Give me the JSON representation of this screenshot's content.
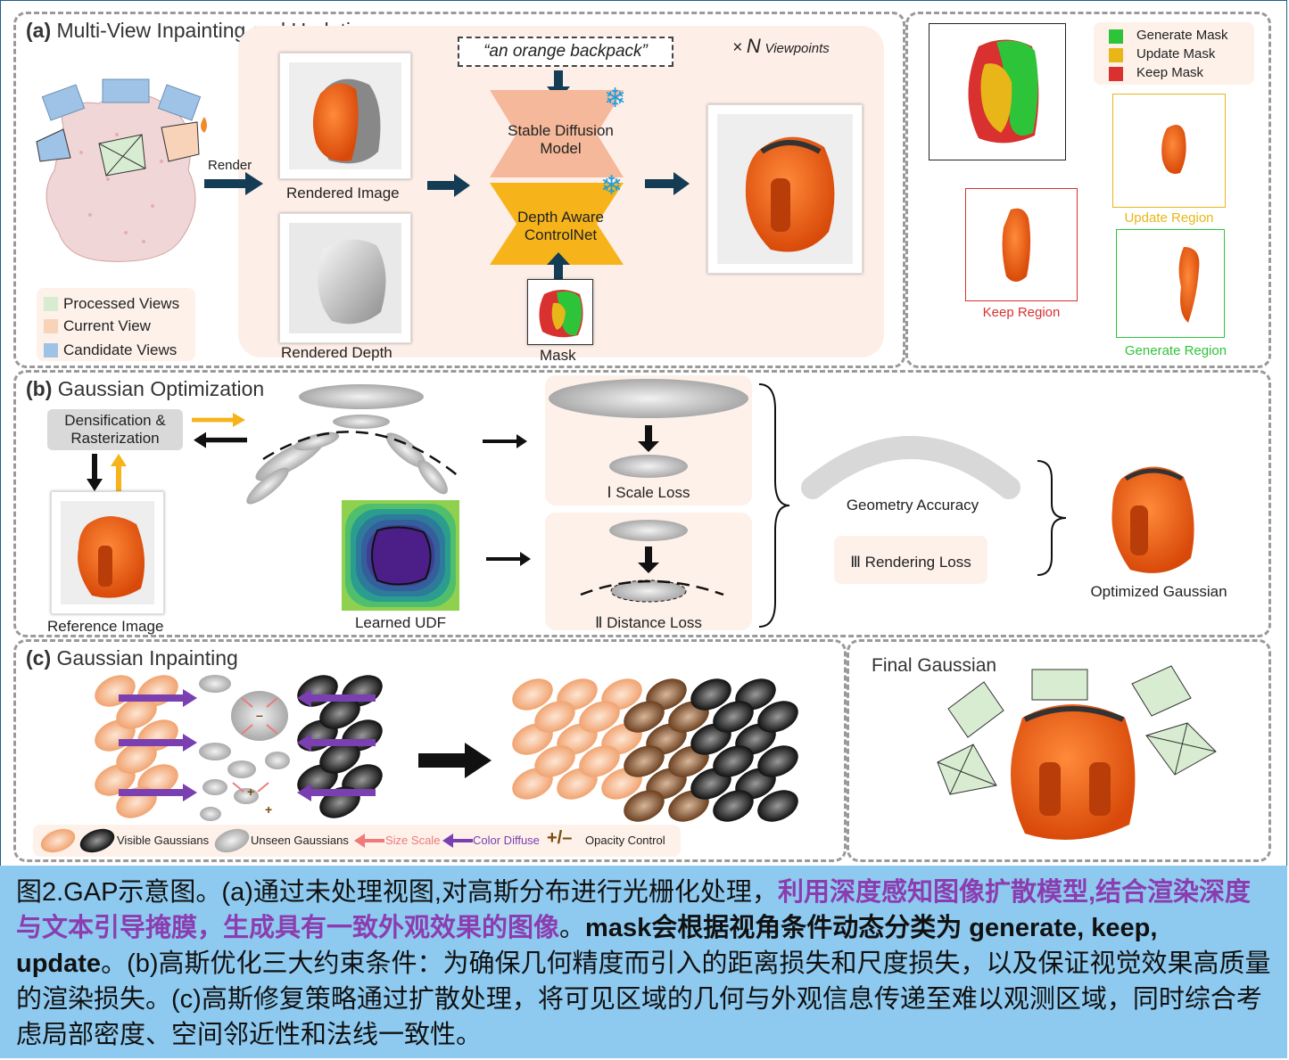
{
  "panel_a": {
    "title_tag": "(a)",
    "title": "Multi-View Inpainting and Updating",
    "render_label": "Render",
    "rendered_image": "Rendered Image",
    "rendered_depth": "Rendered Depth",
    "prompt": "“an orange backpack”",
    "sd_model": "Stable Diffusion Model",
    "controlnet": "Depth Aware ControlNet",
    "mask": "Mask",
    "viewpoints_x": "×",
    "viewpoints_n": "N",
    "viewpoints": "Viewpoints",
    "legend": [
      {
        "label": "Processed Views",
        "color": "#d8ecd1"
      },
      {
        "label": "Current View",
        "color": "#f9d3b9"
      },
      {
        "label": "Candidate Views",
        "color": "#9fc3e7"
      }
    ],
    "mask_legend": [
      {
        "label": "Generate Mask",
        "color": "#2ec43a"
      },
      {
        "label": "Update Mask",
        "color": "#e8b618"
      },
      {
        "label": "Keep Mask",
        "color": "#d93030"
      }
    ],
    "update_region": "Update Region",
    "keep_region": "Keep Region",
    "generate_region": "Generate Region"
  },
  "panel_b": {
    "title_tag": "(b)",
    "title": "Gaussian Optimization",
    "densification": "Densification & Rasterization",
    "reference_image": "Reference Image",
    "learned_udf": "Learned UDF",
    "scale_loss": "Ⅰ Scale Loss",
    "distance_loss": "Ⅱ Distance Loss",
    "geometry_accuracy": "Geometry Accuracy",
    "rendering_loss": "Ⅲ Rendering Loss",
    "optimized_gaussian": "Optimized Gaussian"
  },
  "panel_c": {
    "title_tag": "(c)",
    "title": "Gaussian Inpainting",
    "final_gaussian": "Final Gaussian",
    "legend_visible": "Visible Gaussians",
    "legend_unseen": "Unseen Gaussians",
    "legend_size": "Size Scale",
    "legend_color": "Color Diffuse",
    "legend_opacity": "Opacity Control"
  },
  "caption": {
    "part1": "图2.GAP示意图。(a)通过未处理视图,对高斯分布进行光栅化处理，",
    "part2": "利用深度感知图像扩散模型,结合渲染深度与文本引导掩膜，生成具有一致外观效果的图像",
    "part3": "。",
    "part4": "mask会根据视角条件动态分类为 generate, keep, update",
    "part5": "。(b)高斯优化三大约束条件：为确保几何精度而引入的距离损失和尺度损失，以及保证视觉效果高质量的渲染损失。(c)高斯修复策略通过扩散处理，将可见区域的几何与外观信息传递至难以观测区域，同时综合考虑局部密度、空间邻近性和法线一致性。"
  }
}
